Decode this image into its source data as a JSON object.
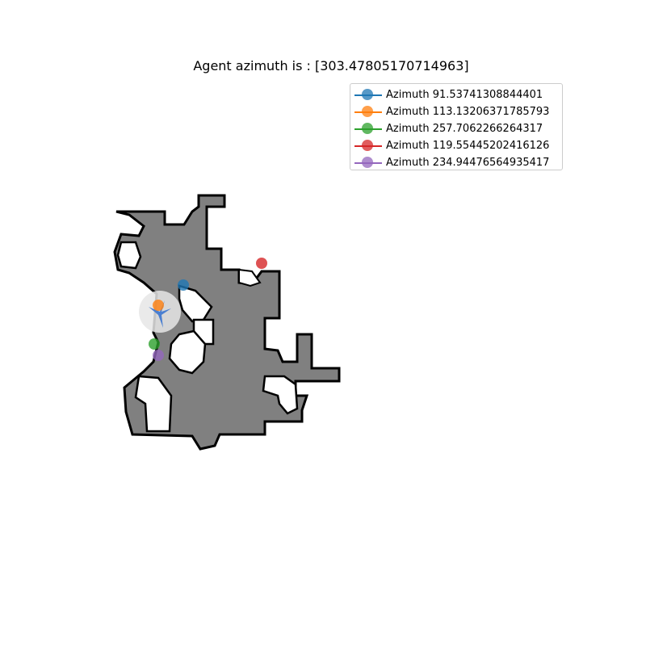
{
  "title": "Agent azimuth is : [303.47805170714963]",
  "colors": {
    "floor": "#808080",
    "wall": "#000000",
    "agent_halo": "#e6e6e6",
    "agent_arrow": "#4a7fd1"
  },
  "legend": [
    {
      "label": "Azimuth 91.53741308844401",
      "color": "#1f77b4"
    },
    {
      "label": "Azimuth 113.13206371785793",
      "color": "#ff7f0e"
    },
    {
      "label": "Azimuth 257.7062266264317",
      "color": "#2ca02c"
    },
    {
      "label": "Azimuth 119.55445202416126",
      "color": "#d62728"
    },
    {
      "label": "Azimuth 234.94476564935417",
      "color": "#9467bd"
    }
  ]
}
